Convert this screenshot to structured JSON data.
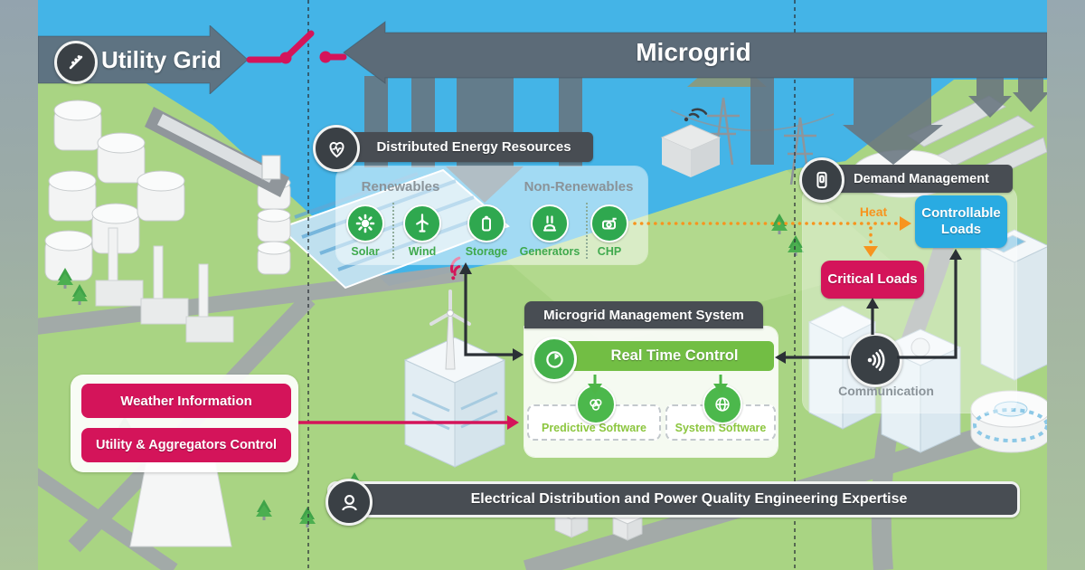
{
  "header": {
    "utility_grid": "Utility Grid",
    "microgrid": "Microgrid"
  },
  "der": {
    "title": "Distributed Energy Resources",
    "group_renewables": "Renewables",
    "group_non_renewables": "Non-Renewables",
    "resources": [
      {
        "label": "Solar"
      },
      {
        "label": "Wind"
      },
      {
        "label": "Storage"
      },
      {
        "label": "Generators"
      },
      {
        "label": "CHP"
      }
    ]
  },
  "demand": {
    "title": "Demand Management",
    "heat": "Heat",
    "controllable_loads": "Controllable Loads",
    "critical_loads": "Critical Loads",
    "communication": "Communication"
  },
  "mms": {
    "title": "Microgrid Management System",
    "real_time_control": "Real Time Control",
    "predictive_software": "Predictive Software",
    "system_software": "System Software"
  },
  "inputs": {
    "weather": "Weather Information",
    "utility_aggregators": "Utility & Aggregators Control"
  },
  "footer": {
    "title": "Electrical Distribution and Power Quality Engineering Expertise"
  },
  "colors": {
    "water": "#44B4E7",
    "grass": "#A9D483",
    "banner_dark": "#484D53",
    "arrow_slate": "#5E7382",
    "green_accent": "#2FA84F",
    "green_bar": "#72BE44",
    "pink_accent": "#D4145A",
    "blue_loads": "#29ABE2",
    "orange_heat": "#F7941E"
  }
}
